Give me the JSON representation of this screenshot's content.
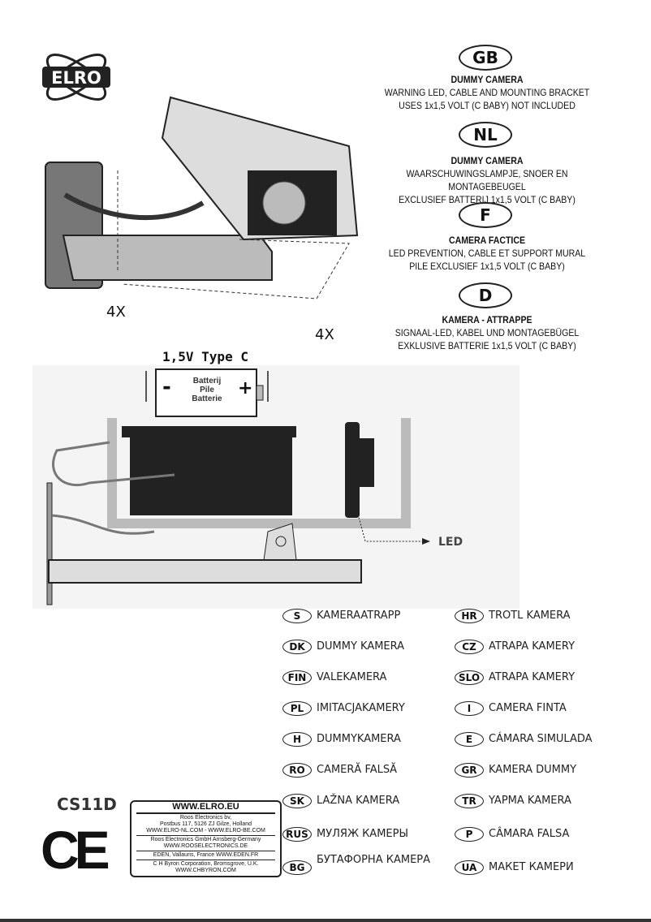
{
  "logo": {
    "text": "ELRO"
  },
  "languages_top": [
    {
      "code": "GB",
      "title": "DUMMY CAMERA",
      "lines": [
        "WARNING LED, CABLE AND MOUNTING BRACKET",
        "USES 1x1,5 VOLT (C BABY) NOT INCLUDED"
      ]
    },
    {
      "code": "NL",
      "title": "DUMMY CAMERA",
      "lines": [
        "WAARSCHUWINGSLAMPJE, SNOER EN MONTAGEBEUGEL",
        "EXCLUSIEF BATTERIJ 1x1,5 VOLT (C BABY)"
      ]
    },
    {
      "code": "F",
      "title": "CAMERA FACTICE",
      "lines": [
        "LED PREVENTION, CABLE ET SUPPORT MURAL",
        "PILE EXCLUSIEF 1x1,5 VOLT (C BABY)"
      ]
    },
    {
      "code": "D",
      "title": "KAMERA - ATTRAPPE",
      "lines": [
        "SIGNAAL-LED, KABEL UND MONTAGEBÜGEL",
        "EXKLUSIVE BATTERIE 1x1,5 VOLT (C BABY)"
      ]
    }
  ],
  "illustration": {
    "screws_left": "4X",
    "screws_right": "4X",
    "battery_type": "1,5V Type C",
    "battery_labels": [
      "Batterij",
      "Pile",
      "Batterie"
    ],
    "minus": "-",
    "plus": "+",
    "led_label": "LED"
  },
  "languages_bottom": [
    {
      "left_code": "S",
      "left_text": "KAMERAATRAPP",
      "right_code": "HR",
      "right_text": "TROTL KAMERA"
    },
    {
      "left_code": "DK",
      "left_text": "DUMMY KAMERA",
      "right_code": "CZ",
      "right_text": "ATRAPA KAMERY"
    },
    {
      "left_code": "FIN",
      "left_text": "VALEKAMERA",
      "right_code": "SLO",
      "right_text": "ATRAPA KAMERY"
    },
    {
      "left_code": "PL",
      "left_text": "IMITACJAKAMERY",
      "right_code": "I",
      "right_text": "CAMERA FINTA"
    },
    {
      "left_code": "H",
      "left_text": "DUMMYKAMERA",
      "right_code": "E",
      "right_text": "CÁMARA SIMULADA"
    },
    {
      "left_code": "RO",
      "left_text": "CAMERĂ FALSĂ",
      "right_code": "GR",
      "right_text": "KAMERA DUMMY"
    },
    {
      "left_code": "SK",
      "left_text": "LAŽNA KAMERA",
      "right_code": "TR",
      "right_text": "YAPMA KAMERA"
    },
    {
      "left_code": "RUS",
      "left_text": "МУЛЯЖ КАМЕРЫ",
      "right_code": "P",
      "right_text": "CÂMARA FALSA"
    },
    {
      "left_code": "BG",
      "left_text": "БУТАФОРНА КАМЕРА",
      "right_code": "UA",
      "right_text": "МАКЕТ КАМЕРИ"
    }
  ],
  "model": "CS11D",
  "ce_mark": "CE",
  "contact": {
    "website": "WWW.ELRO.EU",
    "sections": [
      [
        "Roos Electronics bv,",
        "Postbus 117, 5126 ZJ Gilze, Holland",
        "WWW.ELRO-NL.COM - WWW.ELRO-BE.COM"
      ],
      [
        "Roos Electronics GmbH Arnsberg-Germany",
        "WWW.ROOSELECTRONICS.DE"
      ],
      [
        "EDEN, Vallauris, France   WWW.EDEN.FR"
      ],
      [
        "C H Byron Corporation, Bromsgrove, U.K.",
        "WWW.CHBYRON.COM"
      ]
    ]
  }
}
